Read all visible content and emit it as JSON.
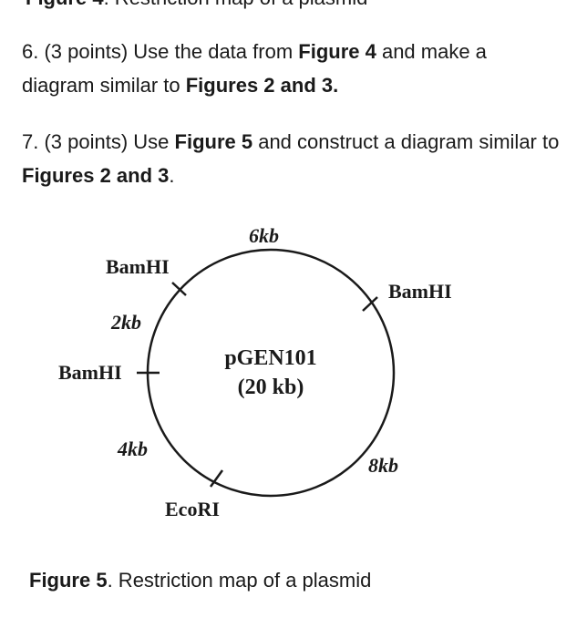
{
  "top_caption": {
    "label": "Figure 4",
    "text": ". Restriction map of a plasmid"
  },
  "question6": {
    "prefix": "6. (3 points) Use the data from ",
    "figure_ref": "Figure 4",
    "middle": " and make a diagram similar to ",
    "figures_ref": "Figures 2 and 3.",
    "suffix": ""
  },
  "question7": {
    "prefix": "7. (3 points) Use ",
    "figure_ref": "Figure 5",
    "middle": " and construct a diagram similar to ",
    "figures_ref": "Figures 2 and 3",
    "suffix": "."
  },
  "plasmid": {
    "name": "pGEN101",
    "size": "(20 kb)",
    "sites": {
      "bamhi_top_left": "BamHI",
      "bamhi_right": "BamHI",
      "bamhi_left": "BamHI",
      "ecori_bottom": "EcoRI"
    },
    "segments": {
      "top": "6kb",
      "upper_left": "2kb",
      "lower_left": "4kb",
      "lower_right": "8kb"
    }
  },
  "figure_caption": {
    "label": "Figure 5",
    "text": ". Restriction map of a plasmid"
  }
}
